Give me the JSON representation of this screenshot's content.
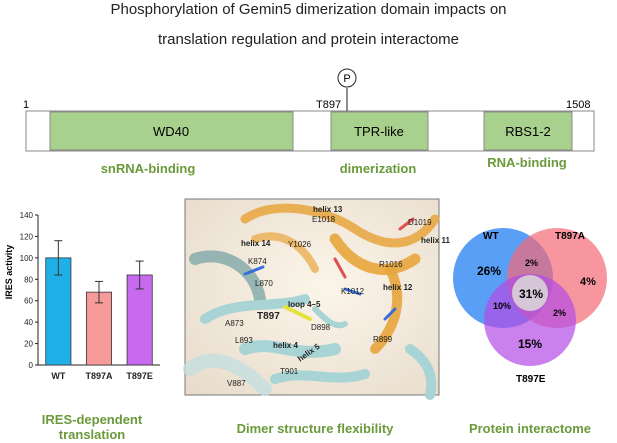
{
  "title_line1": "Phosphorylation of Gemin5 dimerization domain impacts on",
  "title_line2": "translation regulation and protein interactome",
  "protein_map": {
    "start": "1",
    "end": "1508",
    "site": "T897",
    "phospho": "P",
    "domains": [
      {
        "name": "WD40",
        "function": "snRNA-binding"
      },
      {
        "name": "TPR-like",
        "function": "dimerization"
      },
      {
        "name": "RBS1-2",
        "function": "RNA-binding"
      }
    ],
    "domain_color": "#a9d18e"
  },
  "chart_data": {
    "type": "bar",
    "categories": [
      "WT",
      "T897A",
      "T897E"
    ],
    "values": [
      100,
      68,
      84
    ],
    "errors": [
      16,
      10,
      13
    ],
    "colors": [
      "#1fb0e8",
      "#f79a9a",
      "#c86af0"
    ],
    "ylabel": "IRES activity",
    "ylim": [
      0,
      140
    ],
    "yticks": [
      0,
      20,
      40,
      60,
      80,
      100,
      120,
      140
    ]
  },
  "structure_labels": [
    "helix 13",
    "E1018",
    "D1019",
    "helix 11",
    "helix 14",
    "Y1026",
    "K874",
    "R1016",
    "L870",
    "K1012",
    "helix 12",
    "loop 4–5",
    "T897",
    "D898",
    "A873",
    "L893",
    "helix 4",
    "helix 5",
    "R899",
    "T901",
    "V887"
  ],
  "venn": {
    "sets": [
      "WT",
      "T897A",
      "T897E"
    ],
    "colors": [
      "#3d8ef5",
      "#f56a78",
      "#b44ce6"
    ],
    "regions": {
      "wt_only": "26%",
      "a_only": "4%",
      "e_only": "15%",
      "wt_a": "2%",
      "wt_e": "10%",
      "a_e": "2%",
      "all": "31%"
    }
  },
  "captions": {
    "bar": "IRES-dependent translation",
    "structure": "Dimer structure flexibility",
    "venn": "Protein interactome"
  }
}
